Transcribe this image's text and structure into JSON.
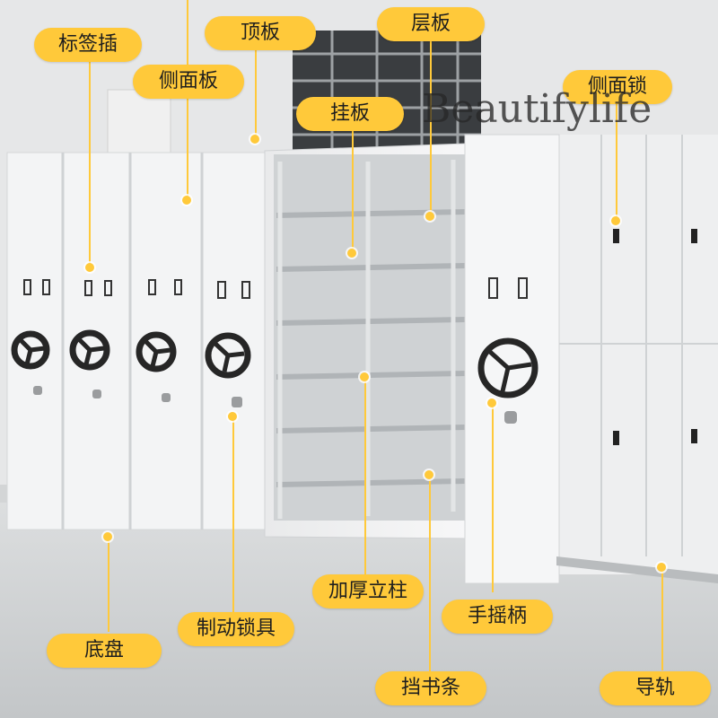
{
  "watermark": "Beautifylife",
  "labels": {
    "biaoqiancha": "标签插",
    "dingban": "顶板",
    "cengban": "层板",
    "cemianban": "侧面板",
    "cemiansuo": "侧面锁",
    "guaban": "挂板",
    "jiahoulizhu": "加厚立柱",
    "zhidongsuoju": "制动锁具",
    "dipan": "底盘",
    "shouyaobing": "手摇柄",
    "dangshutiao": "挡书条",
    "daogui": "导轨"
  },
  "colors": {
    "label_bg": "#ffc93a",
    "cabinet_white": "#f4f5f6",
    "handwheel": "#2a2a2a"
  }
}
